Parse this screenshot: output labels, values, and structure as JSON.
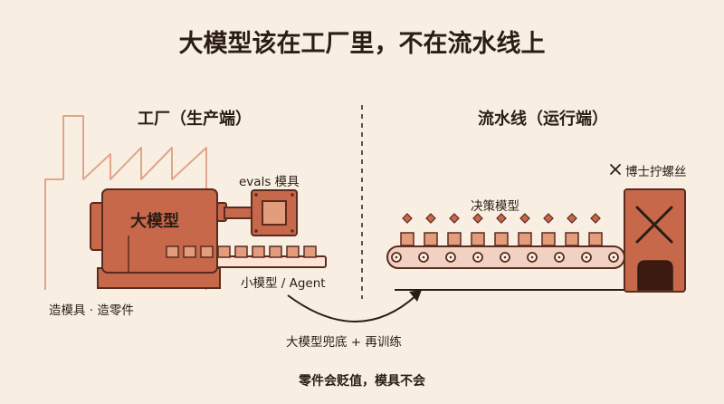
{
  "title": "大模型该在工厂里，不在流水线上",
  "left": {
    "heading": "工厂（生产端）",
    "machine_label": "大模型",
    "mold_label": "evals 模具",
    "parts_label": "小模型 / Agent",
    "caption": "造模具 · 造零件"
  },
  "right": {
    "heading": "流水线（运行端）",
    "decision_label": "决策模型",
    "blocked_label": "博士拧螺丝",
    "blocked_icon": "x-icon"
  },
  "flow": {
    "arrow_label": "大模型兜底 + 再训练"
  },
  "footer": "零件会贬值，模具不会",
  "colors": {
    "background": "#f8efe2",
    "rust": "#c8684a",
    "outline": "#5a2b1f",
    "line": "#e0a68a",
    "dark": "#2a1d15"
  }
}
